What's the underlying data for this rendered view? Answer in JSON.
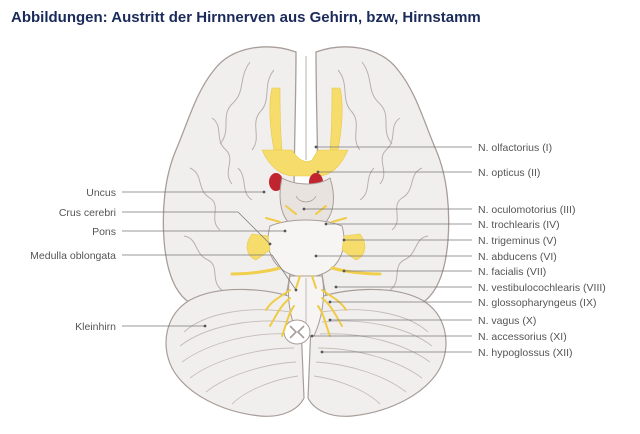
{
  "title": "Abbildungen: Austritt der Hirnnerven aus Gehirn, bzw, Hirnstamm",
  "colors": {
    "title": "#1a2a5a",
    "brain_fill": "#f1efee",
    "brain_outline": "#a89d98",
    "nerve_yellow": "#f6dc6b",
    "optic_red": "#c0242f",
    "label_text": "#555555"
  },
  "labels_left": [
    "Uncus",
    "Crus cerebri",
    "Pons",
    "Medulla oblongata",
    "Kleinhirn"
  ],
  "labels_right": [
    "N. olfactorius (I)",
    "N. opticus (II)",
    "N. oculomotorius (III)",
    "N. trochlearis (IV)",
    "N. trigeminus (V)",
    "N. abducens (VI)",
    "N. facialis (VII)",
    "N. vestibulocochlearis (VIII)",
    "N. glossopharyngeus (IX)",
    "N. vagus (X)",
    "N. accessorius (XI)",
    "N. hypoglossus (XII)"
  ]
}
